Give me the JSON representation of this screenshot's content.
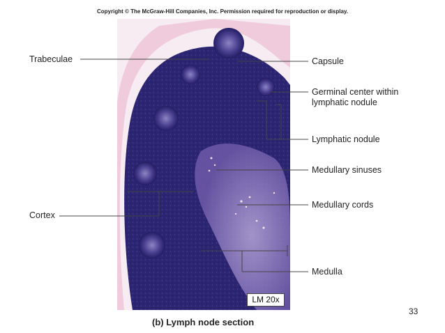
{
  "copyright": "Copyright © The McGraw-Hill Companies, Inc. Permission required for reproduction or display.",
  "labels": {
    "trabeculae": "Trabeculae",
    "cortex": "Cortex",
    "capsule": "Capsule",
    "germinal_center_line1": "Germinal center within",
    "germinal_center_line2": "lymphatic nodule",
    "lymphatic_nodule": "Lymphatic nodule",
    "medullary_sinuses": "Medullary sinuses",
    "medullary_cords": "Medullary cords",
    "medulla": "Medulla"
  },
  "scale_label": "LM 20x",
  "caption": "(b) Lymph node section",
  "page_number": "33",
  "colors": {
    "tissue_dark": "#2a2470",
    "tissue_mid": "#5a4b9a",
    "medulla": "#8f7cbf",
    "capsule_pink": "#e7a9c6",
    "background_pale": "#f4e6ee"
  }
}
